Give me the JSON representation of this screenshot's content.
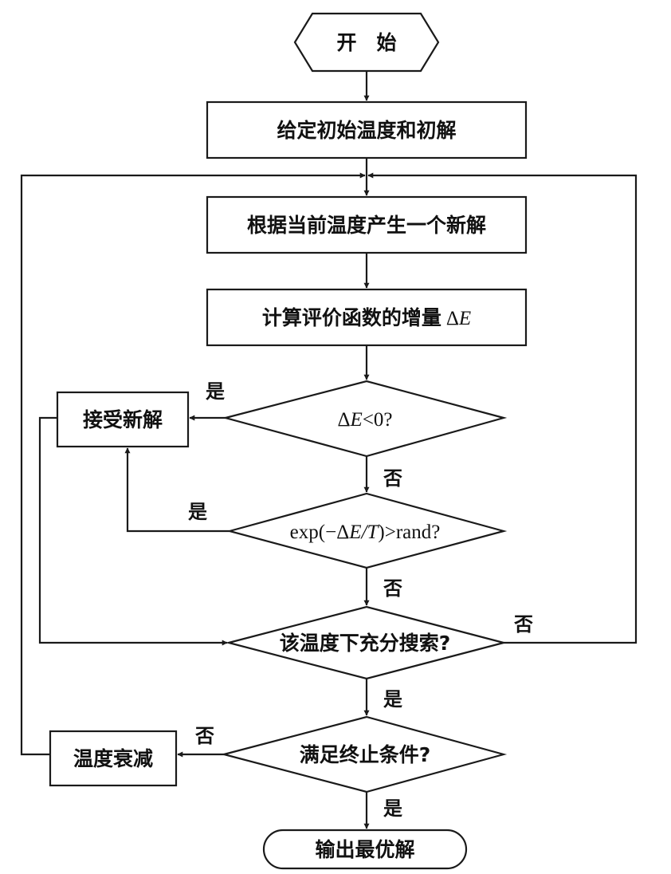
{
  "diagram": {
    "nodes": {
      "start": "开　始",
      "init": "给定初始温度和初解",
      "generate": "根据当前温度产生一个新解",
      "compute": {
        "text": "计算评价函数的增量",
        "delta": "Δ",
        "var": "E"
      },
      "accept": "接受新解",
      "cond1": {
        "delta": "Δ",
        "var": "E",
        "rest": "<0?"
      },
      "cond2": {
        "pre": "exp(−",
        "delta": "Δ",
        "var": "E/T",
        "post": ")>rand?"
      },
      "cond3": "该温度下充分搜索?",
      "decay": "温度衰减",
      "cond4": "满足终止条件?",
      "end": "输出最优解"
    },
    "edges": {
      "cond1_yes": "是",
      "cond1_no": "否",
      "cond2_yes": "是",
      "cond2_no": "否",
      "cond3_no": "否",
      "cond3_yes": "是",
      "cond4_no": "否",
      "cond4_yes": "是"
    }
  }
}
